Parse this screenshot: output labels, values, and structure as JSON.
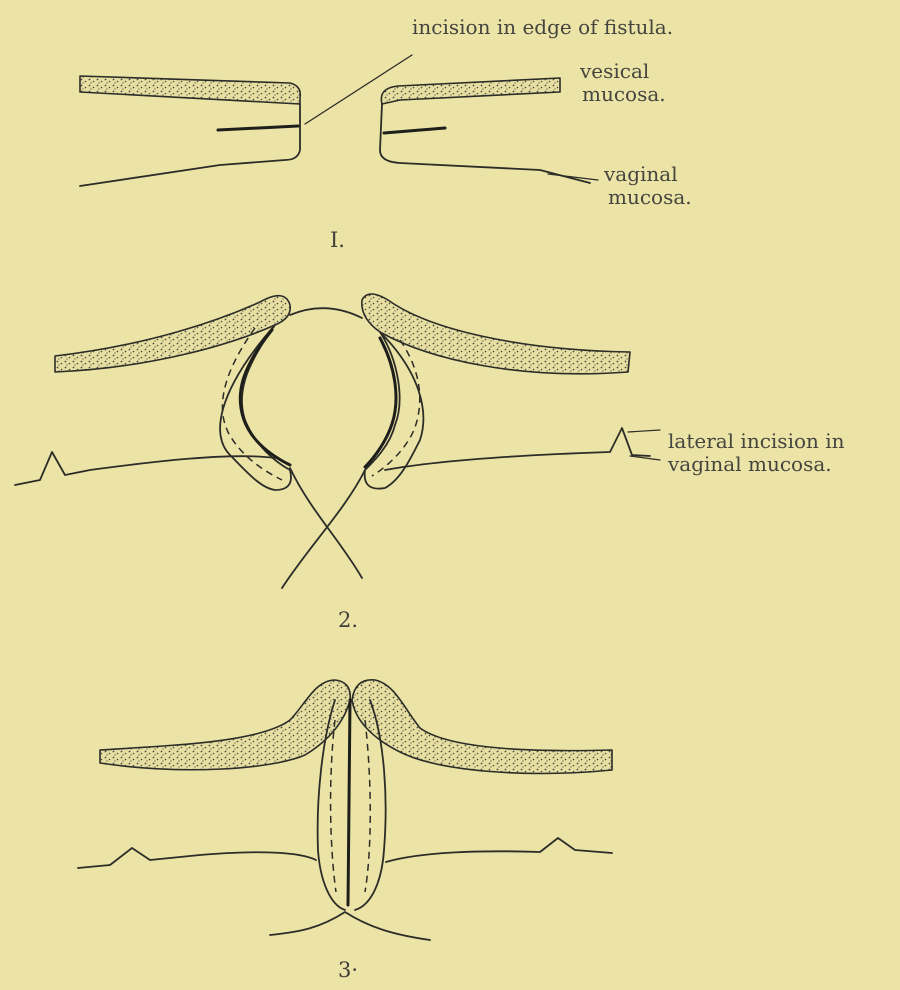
{
  "labels": {
    "incision_edge": "incision in edge of fistula.",
    "vesical": [
      "vesical",
      "mucosa."
    ],
    "vaginal": [
      "vaginal",
      "mucosa."
    ],
    "lateral": [
      "lateral incision in",
      "vaginal mucosa."
    ]
  },
  "figure_numbers": [
    "I.",
    "2.",
    "3·"
  ],
  "colors": {
    "paper": "#ece4a6",
    "ink": "#2c2c28"
  }
}
